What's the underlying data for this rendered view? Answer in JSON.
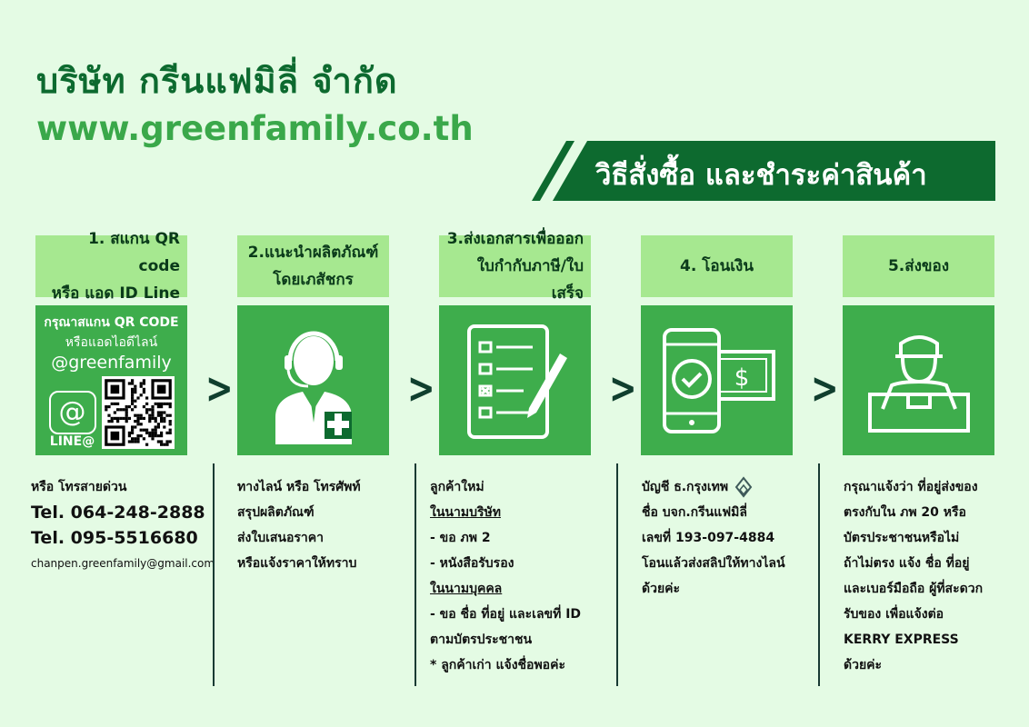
{
  "header": {
    "company": "บริษัท กรีนแฟมิลี่ จำกัด",
    "url": "www.greenfamily.co.th",
    "banner": "วิธีสั่งซื้อ และชำระค่าสินค้า"
  },
  "colors": {
    "dark_green": "#0d6a2f",
    "green": "#3ead4c",
    "light_green": "#a6e890",
    "background": "#e4fbe4"
  },
  "steps": [
    {
      "title1": "1. สแกน QR code",
      "title2": "หรือ แอด ID Line",
      "qr_line1": "กรุณาสแกน QR CODE",
      "qr_line2": "หรือแอดไอดีไลน์",
      "qr_id": "@greenfamily",
      "line_logo": "LINE@",
      "lines": [
        "หรือ โทรสายด่วน",
        "Tel. 064-248-2888",
        "Tel. 095-5516680",
        "chanpen.greenfamily@gmail.com"
      ],
      "icon": "line-qr-icon"
    },
    {
      "title1": "2.แนะนำผลิตภัณฑ์",
      "title2": "โดยเภสัชกร",
      "lines": [
        "ทางไลน์ หรือ โทรศัพท์",
        "สรุปผลิตภัณฑ์",
        "ส่งใบเสนอราคา",
        "หรือแจ้งราคาให้ทราบ"
      ],
      "icon": "pharmacist-icon"
    },
    {
      "title1": "3.ส่งเอกสารเพื่อออก",
      "title2": "ใบกำกับภาษี/ใบเสร็จ",
      "lines": [
        "ลูกค้าใหม่",
        "ในนามบริษัท",
        "- ขอ ภพ 2",
        "- หนังสือรับรอง",
        "ในนามบุคคล",
        "- ขอ ชื่อ ที่อยู่ และเลขที่ ID",
        "ตามบัตรประชาชน",
        "* ลูกค้าเก่า แจ้งชื่อพอค่ะ"
      ],
      "icon": "checklist-icon"
    },
    {
      "title1": "4. โอนเงิน",
      "lines": [
        "บัญชี ธ.กรุงเทพ",
        "ชื่อ  บจก.กรีนแฟมิลี่",
        "เลขที่  193-097-4884",
        "โอนแล้วส่งสลิปให้ทางไลน์",
        "ด้วยค่ะ"
      ],
      "icon": "mobile-payment-icon"
    },
    {
      "title1": "5.ส่งของ",
      "lines": [
        "กรุณาแจ้งว่า ที่อยู่ส่งของ",
        "ตรงกับใน ภพ 20 หรือ",
        "บัตรประชาชนหรือไม่",
        "ถ้าไม่ตรง แจ้ง ชื่อ ที่อยู่",
        "และเบอร์มือถือ ผู้ที่สะดวก",
        "รับของ เพื่อแจ้งต่อ",
        "KERRY EXPRESS",
        "ด้วยค่ะ"
      ],
      "icon": "delivery-icon"
    }
  ],
  "arrow_glyph": ">"
}
